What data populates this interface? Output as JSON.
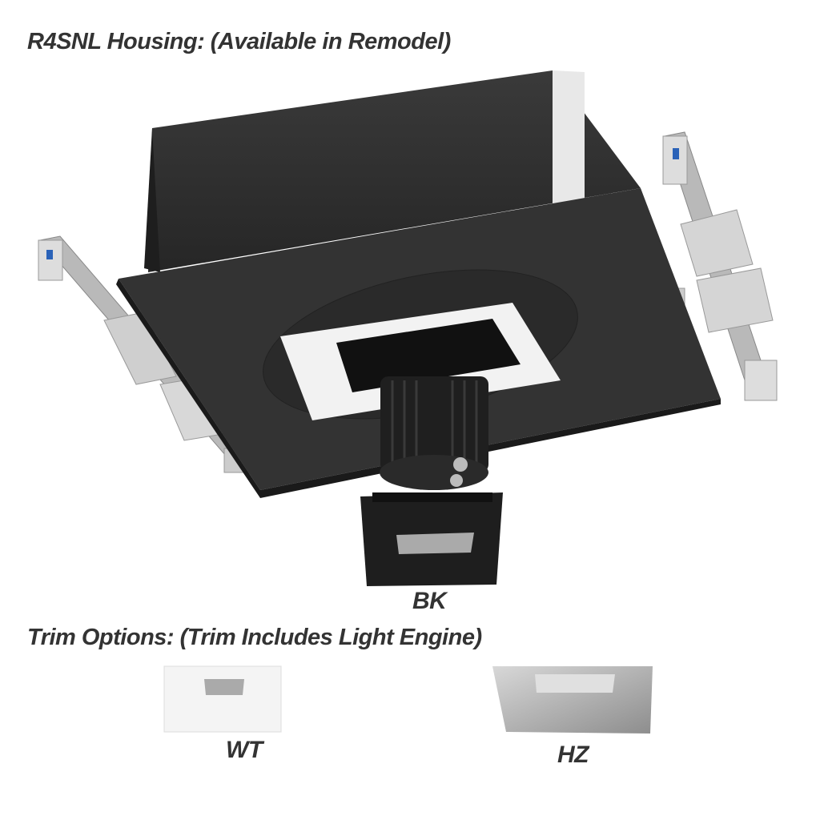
{
  "header": {
    "title": "R4SNL Housing: (Available in Remodel)"
  },
  "housing": {
    "trim_label": "BK"
  },
  "trim_options": {
    "title": "Trim Options: (Trim Includes Light Engine)",
    "items": [
      {
        "label": "WT"
      },
      {
        "label": "HZ"
      }
    ]
  },
  "colors": {
    "housing": "#2b2b2b",
    "flange": "#333333",
    "white_trim": "#f4f4f4",
    "hz_trim": "#a9a9a9",
    "text": "#333333"
  }
}
